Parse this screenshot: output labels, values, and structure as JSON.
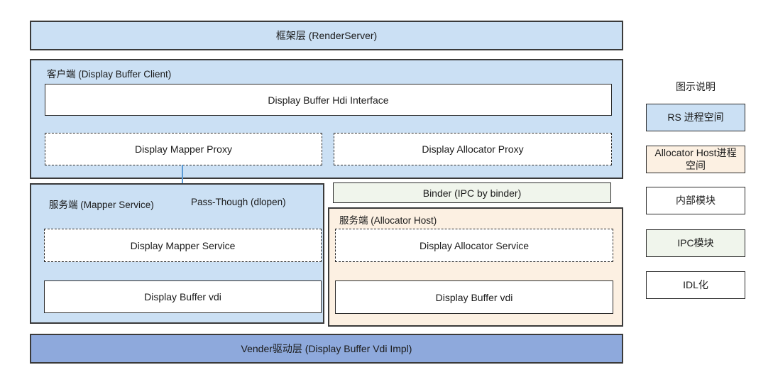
{
  "diagram": {
    "frame_layer": {
      "label": "框架层 (RenderServer)"
    },
    "client": {
      "label": "客户端 (Display Buffer Client)",
      "hdi_interface": "Display Buffer Hdi Interface",
      "mapper_proxy": "Display Mapper Proxy",
      "allocator_proxy": "Display Allocator Proxy"
    },
    "mapper_service_container": {
      "label": "服务端 (Mapper Service)",
      "pass_through_label": "Pass-Though (dlopen)",
      "mapper_service": "Display Mapper Service",
      "buffer_vdi": "Display Buffer vdi"
    },
    "binder": {
      "label": "Binder (IPC by binder)"
    },
    "allocator_host_container": {
      "label": "服务端 (Allocator Host)",
      "allocator_service": "Display Allocator Service",
      "buffer_vdi": "Display Buffer vdi"
    },
    "vendor_layer": {
      "label": "Vender驱动层 (Display Buffer Vdi Impl)"
    }
  },
  "legend": {
    "title": "图示说明",
    "items": [
      {
        "label": "RS 进程空间",
        "style": "rs-process-blue"
      },
      {
        "label": "Allocator Host进程空间",
        "style": "allocator-host-peach"
      },
      {
        "label": "内部模块",
        "style": "internal-module-white"
      },
      {
        "label": "IPC模块",
        "style": "ipc-module-green"
      },
      {
        "label": "IDL化",
        "style": "idl-dashed"
      }
    ]
  },
  "colors": {
    "process_blue": "#cbe0f4",
    "vendor_blue": "#8ea9dc",
    "ipc_green": "#f0f5ec",
    "allocator_peach": "#fcf0e2",
    "arrow_blue": "#5b9bd5",
    "border_dark": "#2b2b2b"
  }
}
